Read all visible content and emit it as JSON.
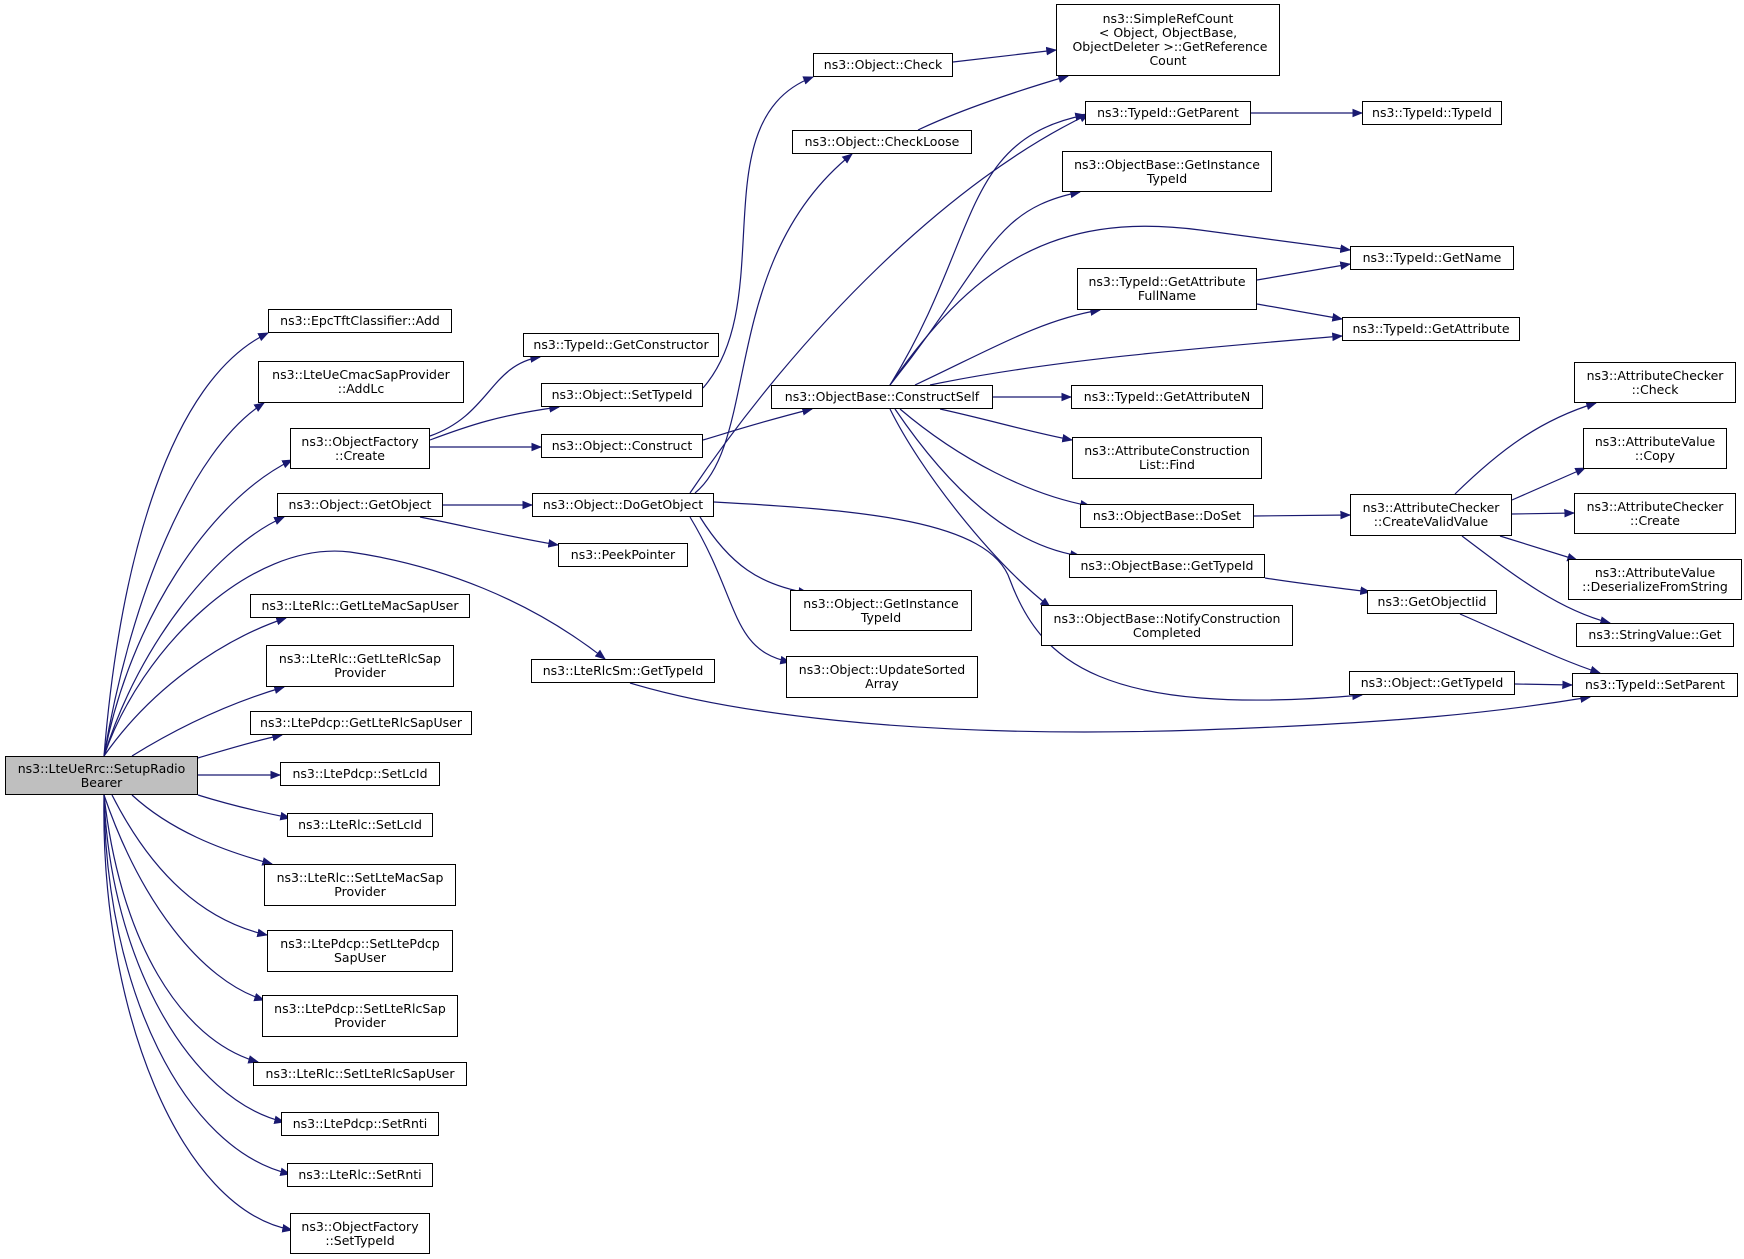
{
  "colors": {
    "edge": "#191970",
    "border": "#000000",
    "root_fill": "#bfbfbf",
    "node_fill": "#ffffff"
  },
  "nodes": {
    "root": "ns3::LteUeRrc::SetupRadio\nBearer",
    "epc_add": "ns3::EpcTftClassifier::Add",
    "cmac_addlc": "ns3::LteUeCmacSapProvider\n::AddLc",
    "factory_create": "ns3::ObjectFactory\n::Create",
    "obj_getobject": "ns3::Object::GetObject",
    "rlc_getmacsapuser": "ns3::LteRlc::GetLteMacSapUser",
    "rlc_getrlcsapprovider": "ns3::LteRlc::GetLteRlcSap\nProvider",
    "pdcp_getrlcsapuser": "ns3::LtePdcp::GetLteRlcSapUser",
    "pdcp_setlcid": "ns3::LtePdcp::SetLcId",
    "rlc_setlcid": "ns3::LteRlc::SetLcId",
    "rlc_setmacsapprovider": "ns3::LteRlc::SetLteMacSap\nProvider",
    "pdcp_setpdcpsapuser": "ns3::LtePdcp::SetLtePdcp\nSapUser",
    "pdcp_setrlcsapprovider": "ns3::LtePdcp::SetLteRlcSap\nProvider",
    "rlc_setrlcsapuser": "ns3::LteRlc::SetLteRlcSapUser",
    "pdcp_setrnti": "ns3::LtePdcp::SetRnti",
    "rlc_setrnti": "ns3::LteRlc::SetRnti",
    "factory_settypeid": "ns3::ObjectFactory\n::SetTypeId",
    "typeid_getconstructor": "ns3::TypeId::GetConstructor",
    "obj_settypeid": "ns3::Object::SetTypeId",
    "obj_construct": "ns3::Object::Construct",
    "obj_dogetobject": "ns3::Object::DoGetObject",
    "peekpointer": "ns3::PeekPointer",
    "rlcsm_gettypeid": "ns3::LteRlcSm::GetTypeId",
    "obj_check": "ns3::Object::Check",
    "obj_checkloose": "ns3::Object::CheckLoose",
    "objbase_constructself": "ns3::ObjectBase::ConstructSelf",
    "obj_getinstancetypeid": "ns3::Object::GetInstance\nTypeId",
    "obj_updatesortedarray": "ns3::Object::UpdateSorted\nArray",
    "simplerefcount": "ns3::SimpleRefCount\n< Object, ObjectBase,\n ObjectDeleter >::GetReference\nCount",
    "typeid_getparent": "ns3::TypeId::GetParent",
    "objbase_getinstancetypeid": "ns3::ObjectBase::GetInstance\nTypeId",
    "typeid_getattributefullname": "ns3::TypeId::GetAttribute\nFullName",
    "typeid_getattributen": "ns3::TypeId::GetAttributeN",
    "attrconstructionlist_find": "ns3::AttributeConstruction\nList::Find",
    "objbase_doset": "ns3::ObjectBase::DoSet",
    "objbase_gettypeid": "ns3::ObjectBase::GetTypeId",
    "objbase_notify": "ns3::ObjectBase::NotifyConstruction\nCompleted",
    "obj_gettypeid": "ns3::Object::GetTypeId",
    "typeid_typeid": "ns3::TypeId::TypeId",
    "typeid_getname": "ns3::TypeId::GetName",
    "typeid_getattribute": "ns3::TypeId::GetAttribute",
    "attrchecker_createvalidvalue": "ns3::AttributeChecker\n::CreateValidValue",
    "getobjectiid": "ns3::GetObjectIid",
    "attrchecker_check": "ns3::AttributeChecker\n::Check",
    "attrvalue_copy": "ns3::AttributeValue\n::Copy",
    "attrchecker_create": "ns3::AttributeChecker\n::Create",
    "attrvalue_deserialize": "ns3::AttributeValue\n::DeserializeFromString",
    "stringvalue_get": "ns3::StringValue::Get",
    "typeid_setparent": "ns3::TypeId::SetParent"
  }
}
